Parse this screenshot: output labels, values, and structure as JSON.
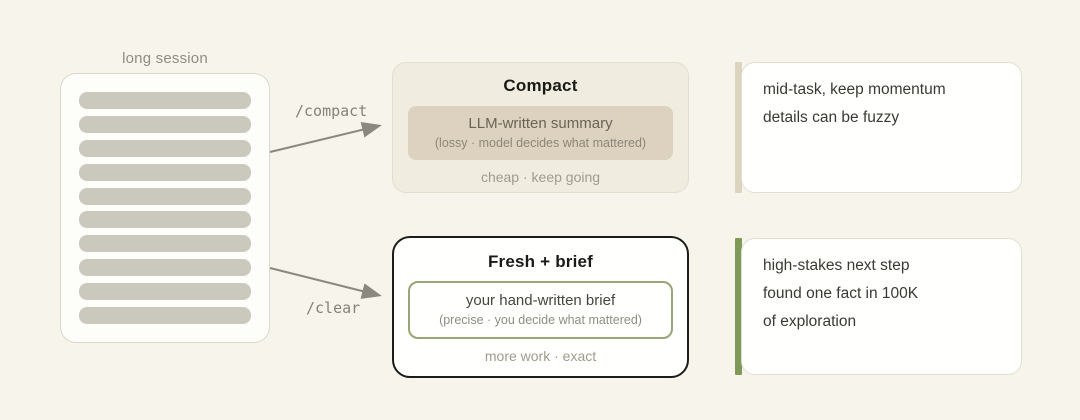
{
  "palette": {
    "background": "#f7f4ec",
    "bar_fill": "#cbc8bd",
    "compact_panel_fill": "#f0ecdf",
    "summary_fill": "#dcd2bf",
    "fresh_border": "#1c1c19",
    "brief_border": "#97a678",
    "arrow": "#8b887e",
    "accent_tan": "#ddd4bf",
    "accent_green": "#7f9a58"
  },
  "session": {
    "label": "long session",
    "bar_count": 10
  },
  "arrows": {
    "compact_label": "/compact",
    "clear_label": "/clear"
  },
  "compact": {
    "title": "Compact",
    "summary_main": "LLM-written summary",
    "summary_sub": "(lossy · model decides what mattered)",
    "footer": "cheap · keep going"
  },
  "fresh": {
    "title": "Fresh + brief",
    "brief_main": "your hand-written brief",
    "brief_sub": "(precise · you decide what mattered)",
    "footer": "more work · exact"
  },
  "notes": [
    {
      "accent": "#ddd4bf",
      "lines": [
        "mid-task, keep momentum",
        "details can be fuzzy"
      ]
    },
    {
      "accent": "#7f9a58",
      "lines": [
        "high-stakes next step",
        "found one fact in 100K",
        "of exploration"
      ]
    }
  ]
}
